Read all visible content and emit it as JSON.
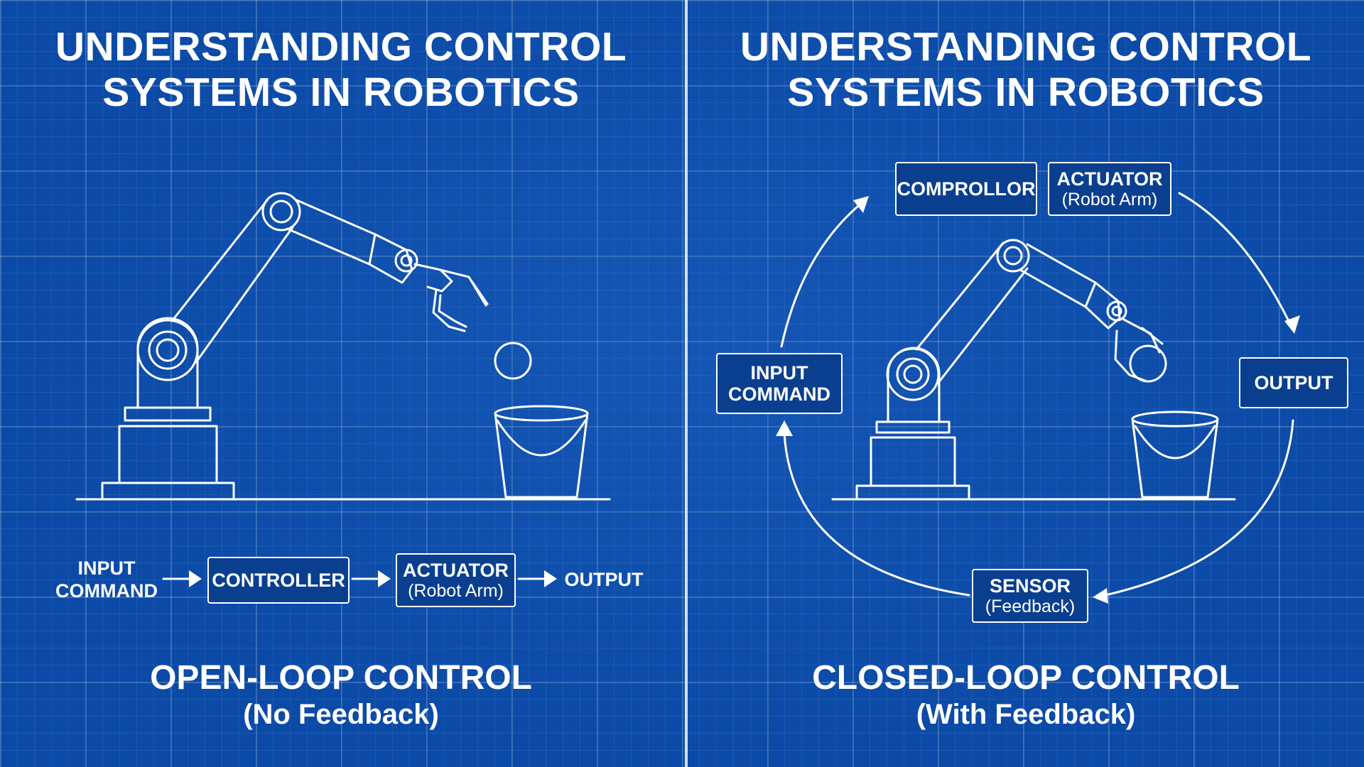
{
  "left_panel": {
    "title_line1": "UNDERSTANDING CONTROL",
    "title_line2": "SYSTEMS IN ROBOTICS",
    "flow": {
      "input_line1": "INPUT",
      "input_line2": "COMMAND",
      "controller": "CONTROLLER",
      "actuator": "ACTUATOR",
      "actuator_sub": "(Robot Arm)",
      "output": "OUTPUT"
    },
    "footer_main": "OPEN-LOOP CONTROL",
    "footer_sub": "(No Feedback)"
  },
  "right_panel": {
    "title_line1": "UNDERSTANDING CONTROL",
    "title_line2": "SYSTEMS IN ROBOTICS",
    "loop": {
      "controller": "COMPROLLOR",
      "actuator": "ACTUATOR",
      "actuator_sub": "(Robot Arm)",
      "input_line1": "INPUT",
      "input_line2": "COMMAND",
      "output": "OUTPUT",
      "sensor": "SENSOR",
      "sensor_sub": "(Feedback)"
    },
    "footer_main": "CLOSED-LOOP CONTROL",
    "footer_sub": "(With Feedback)"
  },
  "colors": {
    "background": "#0b4aa6",
    "line": "#ffffff",
    "box_fill": "#0a3f8f"
  },
  "icons": [
    "robot-arm-icon",
    "ball-icon",
    "bucket-icon",
    "arrow-right-icon",
    "loop-arrow-icon"
  ]
}
